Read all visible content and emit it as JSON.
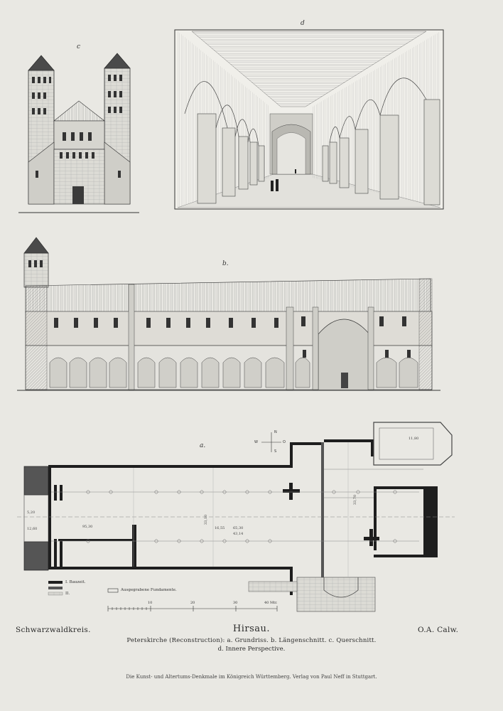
{
  "figure_labels": {
    "a": "a.",
    "b": "b.",
    "c": "c",
    "d": "d"
  },
  "captions": {
    "region": "Schwarzwaldkreis.",
    "title": "Hirsau.",
    "district": "O.A. Calw.",
    "subtitle_1": "Peterskirche (Reconstruction): a. Grundriss. b. Längenschnitt. c. Querschnitt.",
    "subtitle_2": "d. Innere Perspective.",
    "publisher": "Die Kunst- und Altertums-Denkmale im Königreich Württemberg.  Verlag von Paul Neff in Stuttgart."
  },
  "legend": {
    "bauzeit": "I. Bauzeit.",
    "roman_ii": "II.",
    "fundamente": "Ausgegrabene Fundamente."
  },
  "scale": {
    "ticks": [
      "10",
      "20",
      "30",
      "40 Mtr."
    ]
  },
  "compass": {
    "n": "N",
    "s": "S",
    "w": "W",
    "o": "O"
  },
  "dimensions": [
    "95,30",
    "33,70",
    "12,60",
    "16,55",
    "65,30",
    "43,14",
    "33,10",
    "11,80",
    "5,20"
  ],
  "colors": {
    "paper": "#e9e8e3",
    "ink": "#2a2a2a",
    "wall_fill": "#1e1e1e"
  }
}
